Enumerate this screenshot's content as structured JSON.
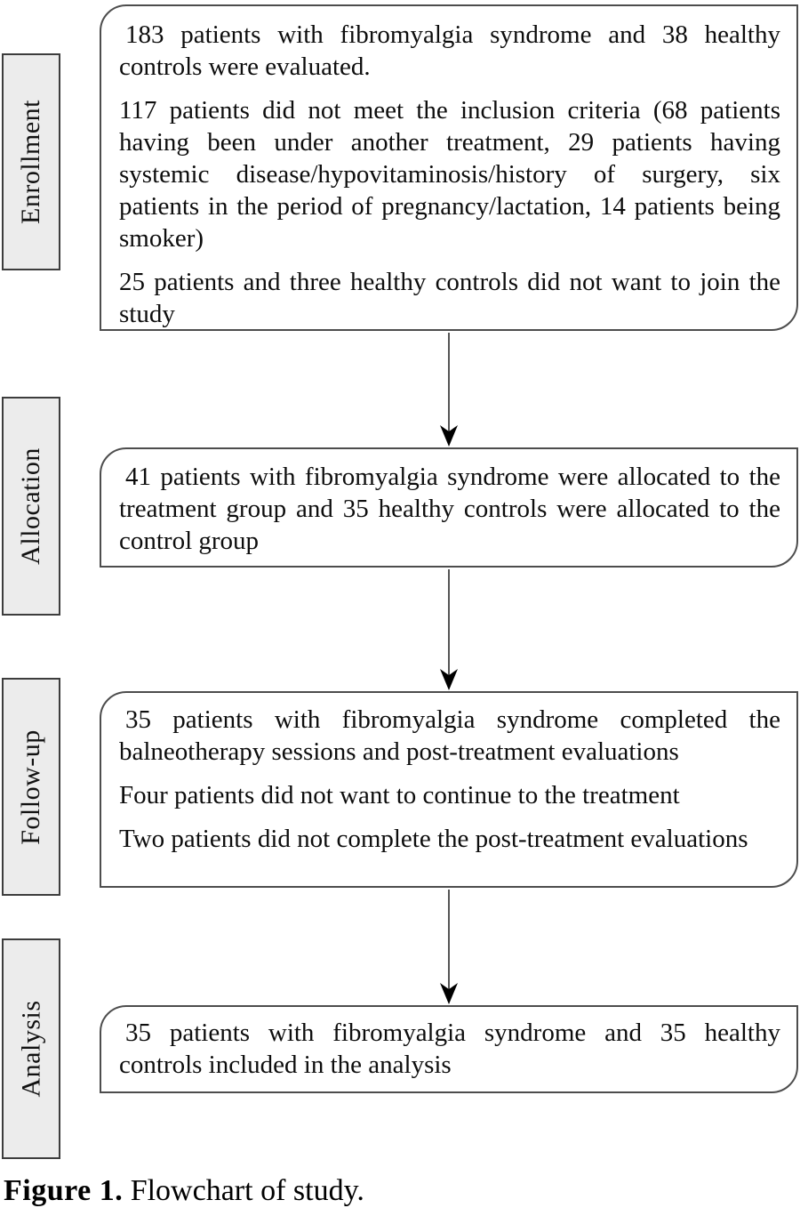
{
  "figure_caption": {
    "label": "Figure 1.",
    "text": "Flowchart of study."
  },
  "stages": [
    {
      "label": "Enrollment",
      "paragraphs": [
        "183 patients with fibromyalgia syndrome and 38 healthy controls were evaluated.",
        "117 patients did not meet the inclusion criteria (68 patients having been under another treatment, 29 patients having systemic disease/hypovitaminosis/history of surgery, six patients in the period of pregnancy/lactation, 14 patients being smoker)",
        "25 patients and three healthy controls did not want to join the study"
      ]
    },
    {
      "label": "Allocation",
      "paragraphs": [
        "41 patients with fibromyalgia syndrome were allocated to the treatment group and 35 healthy controls were allocated to the control group"
      ]
    },
    {
      "label": "Follow-up",
      "paragraphs": [
        "35 patients with fibromyalgia syndrome completed the balneotherapy sessions and post-treatment evaluations",
        "Four patients did not want to continue to the treatment",
        "Two patients did not complete the post-treatment evaluations"
      ]
    },
    {
      "label": "Analysis",
      "paragraphs": [
        "35 patients with fibromyalgia syndrome and 35 healthy controls included in the analysis"
      ]
    }
  ],
  "colors": {
    "box_border": "#4d4d4d",
    "label_border": "#3d3d3d",
    "label_fill": "#ececec",
    "arrow_stem": "#555555",
    "arrow_head": "#000000",
    "text": "#0d0d0d"
  }
}
